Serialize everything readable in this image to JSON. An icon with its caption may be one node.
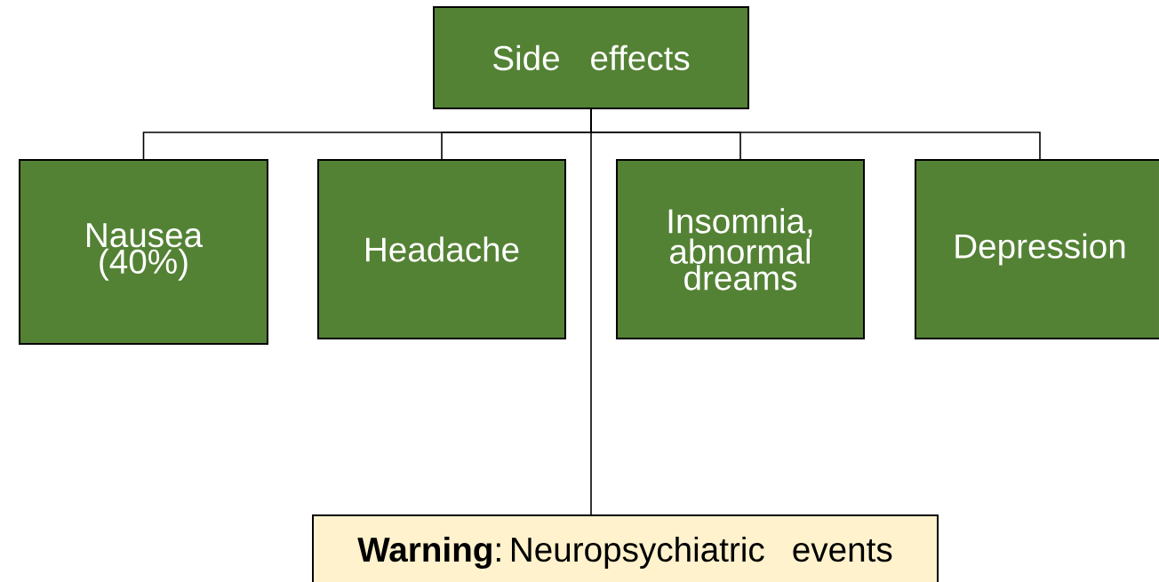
{
  "diagram": {
    "nodes": [
      {
        "text": [
          "Side effects"
        ]
      },
      {
        "text": [
          "Nausea (40%)"
        ]
      },
      {
        "text": [
          "Headache"
        ]
      },
      {
        "text": [
          "Insomnia, abnormal dreams"
        ]
      },
      {
        "text": [
          "Depression"
        ]
      },
      {
        "text": [
          "**Warning**: Neuropsychiatric events"
        ]
      }
    ],
    "edges": [
      {
        "from": 0,
        "to": 1,
        "arrow": "none"
      },
      {
        "from": 0,
        "to": 2,
        "arrow": "none"
      },
      {
        "from": 0,
        "to": 3,
        "arrow": "none"
      },
      {
        "from": 0,
        "to": 4,
        "arrow": "none"
      },
      {
        "from": 0,
        "to": 5,
        "arrow": "none"
      }
    ]
  }
}
